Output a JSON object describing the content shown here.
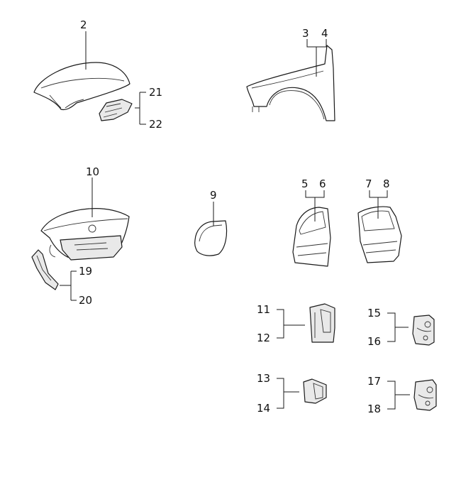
{
  "callouts": {
    "hood": "2",
    "fender_left": "3",
    "fender_right": "4",
    "hood_hinge_a": "21",
    "hood_hinge_b": "22",
    "trunk_lid": "10",
    "trunk_hinge_a": "19",
    "trunk_hinge_b": "20",
    "fuel_door": "9",
    "front_door_a": "5",
    "front_door_b": "6",
    "rear_door_a": "7",
    "rear_door_b": "8",
    "front_upper_hinge_a": "11",
    "front_upper_hinge_b": "12",
    "front_lower_hinge_a": "13",
    "front_lower_hinge_b": "14",
    "rear_upper_hinge_a": "15",
    "rear_upper_hinge_b": "16",
    "rear_lower_hinge_a": "17",
    "rear_lower_hinge_b": "18"
  },
  "colors": {
    "line": "#1a1a1a",
    "fill": "#e9e9e9",
    "background": "#ffffff"
  }
}
